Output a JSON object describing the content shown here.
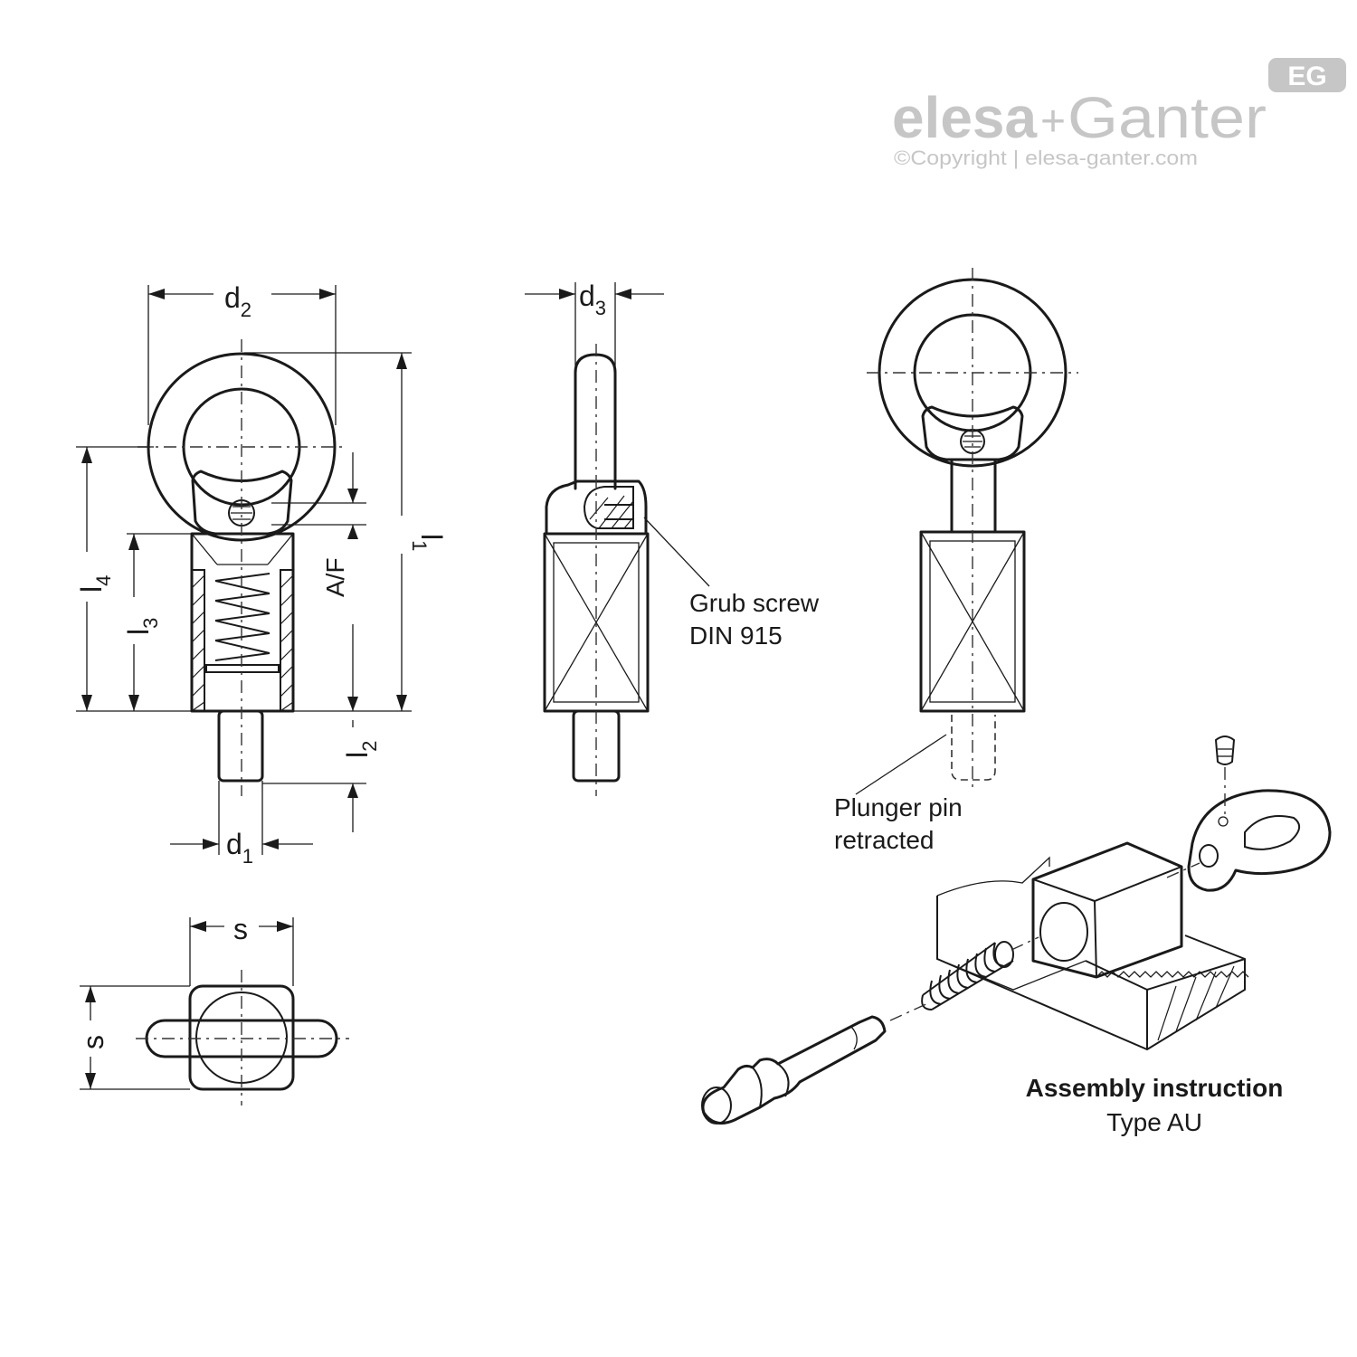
{
  "watermark": {
    "brand_left": "elesa",
    "brand_plus": "+",
    "brand_right": "Ganter",
    "copyright": "©Copyright | elesa-ganter.com",
    "badge": "EG"
  },
  "dimensions": {
    "d1": {
      "main": "d",
      "sub": "1"
    },
    "d2": {
      "main": "d",
      "sub": "2"
    },
    "d3": {
      "main": "d",
      "sub": "3"
    },
    "l1": {
      "main": "l",
      "sub": "1"
    },
    "l2": {
      "main": "l",
      "sub": "2"
    },
    "l3": {
      "main": "l",
      "sub": "3"
    },
    "l4": {
      "main": "l",
      "sub": "4"
    },
    "af": "A/F",
    "s_horizontal": "s",
    "s_vertical": "s"
  },
  "callouts": {
    "grub_screw_line1": "Grub screw",
    "grub_screw_line2": "DIN 915",
    "plunger_line1": "Plunger pin",
    "plunger_line2": "retracted"
  },
  "assembly": {
    "title": "Assembly instruction",
    "subtitle": "Type AU"
  },
  "colors": {
    "line": "#1a1a1a",
    "watermark": "#c6c6c6",
    "background": "#ffffff"
  }
}
